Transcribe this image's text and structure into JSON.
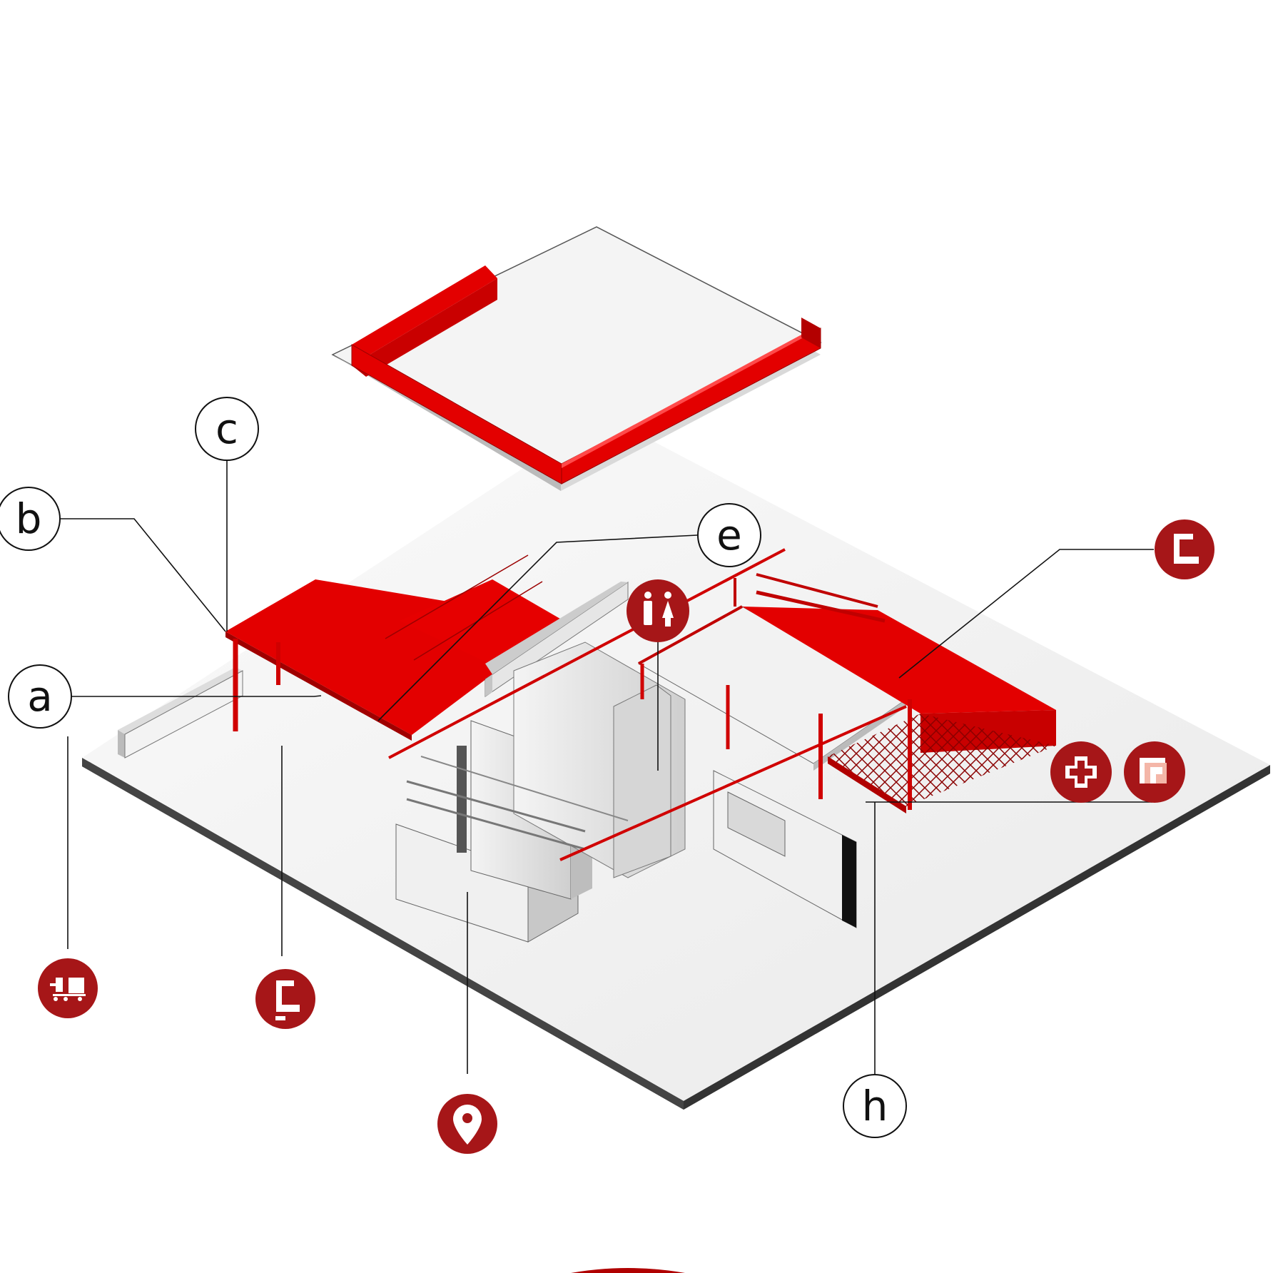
{
  "callouts": {
    "a": "a",
    "b": "b",
    "c": "c",
    "e": "e",
    "h": "h"
  },
  "icons": [
    "restroom-icon",
    "stair-icon",
    "first-aid-icon",
    "floor-plan-icon",
    "cart-icon",
    "stair-icon",
    "location-pin-icon"
  ],
  "colors": {
    "accent": "#e30000",
    "icon_badge": "#a61618",
    "slab": "#f2f2f2",
    "outline": "#222222"
  }
}
